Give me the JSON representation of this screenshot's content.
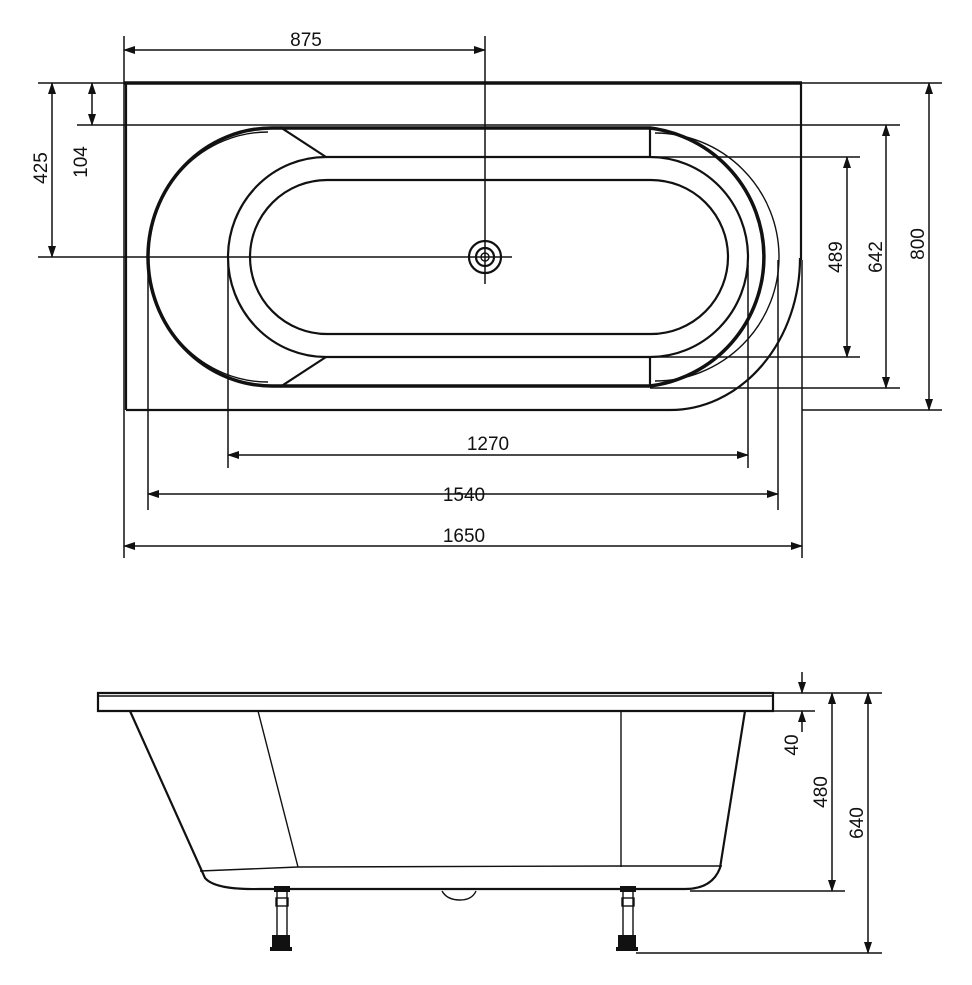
{
  "top_view": {
    "dimensions": {
      "drain_offset_x": "875",
      "drain_offset_y": "425",
      "rim_inset": "104",
      "inner_basin_length": "1270",
      "outer_basin_length": "1540",
      "overall_length": "1650",
      "inner_basin_width": "489",
      "outer_basin_width": "642",
      "overall_width": "800"
    }
  },
  "side_view": {
    "dimensions": {
      "rim_thickness": "40",
      "basin_depth": "480",
      "overall_height": "640"
    }
  }
}
